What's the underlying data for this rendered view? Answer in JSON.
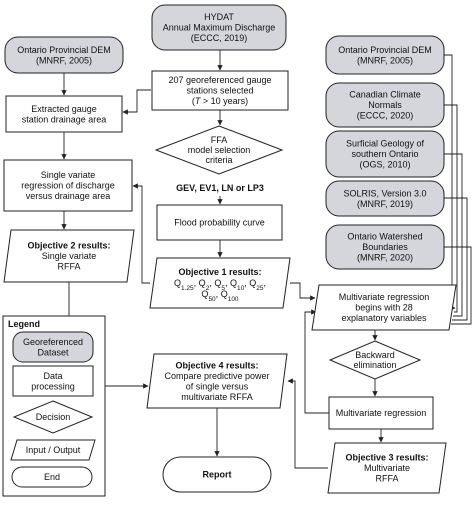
{
  "nodes": {
    "hydat": [
      "HYDAT",
      "Annual Maximum Discharge",
      "(ECCC, 2019)"
    ],
    "dem_left": [
      "Ontario Provincial DEM",
      "(MNRF, 2005)"
    ],
    "gauge_stations": [
      "207 georeferenced gauge",
      "stations selected",
      "(T > 10 years)"
    ],
    "drainage_area": [
      "Extracted gauge",
      "station drainage area"
    ],
    "ffa_decision": [
      "FFA",
      "model selection",
      "criteria"
    ],
    "distributions": "GEV, EV1, LN or LP3",
    "single_regression": [
      "Single variate",
      "regression of discharge",
      "versus drainage area"
    ],
    "flood_curve": "Flood probability curve",
    "obj2": {
      "title": "Objective 2 results:",
      "lines": [
        "Single variate",
        "RFFA"
      ]
    },
    "obj1": {
      "title": "Objective 1 results:",
      "lines": [
        "Q1.25, Q2, Q5, Q10, Q25,",
        "Q50, Q100"
      ]
    },
    "dem_right": [
      "Ontario Provincial DEM",
      "(MNRF, 2005)"
    ],
    "climate": [
      "Canadian Climate",
      "Normals",
      "(ECCC, 2020)"
    ],
    "geology": [
      "Surficial Geology of",
      "southern Ontario",
      "(OGS, 2010)"
    ],
    "solris": [
      "SOLRIS, Version 3.0",
      "(MNRF, 2019)"
    ],
    "watershed": [
      "Ontario Watershed",
      "Boundaries",
      "(MNRF, 2020)"
    ],
    "multivariate": [
      "Multivariate regression",
      "begins with 28",
      "explanatory variables"
    ],
    "backward": [
      "Backward",
      "elimination"
    ],
    "multivariate2": "Multivariate regression",
    "obj4": {
      "title": "Objective 4 results:",
      "lines": [
        "Compare predictive power",
        "of single versus",
        "multivariate RFFA"
      ]
    },
    "report": "Report",
    "obj3": {
      "title": "Objective 3 results:",
      "lines": [
        "Multivariate",
        "RFFA"
      ]
    }
  },
  "legend": {
    "title": "Legend",
    "items": [
      "Georeferenced Dataset",
      "Data processing",
      "Decision",
      "Input / Output",
      "End"
    ]
  }
}
